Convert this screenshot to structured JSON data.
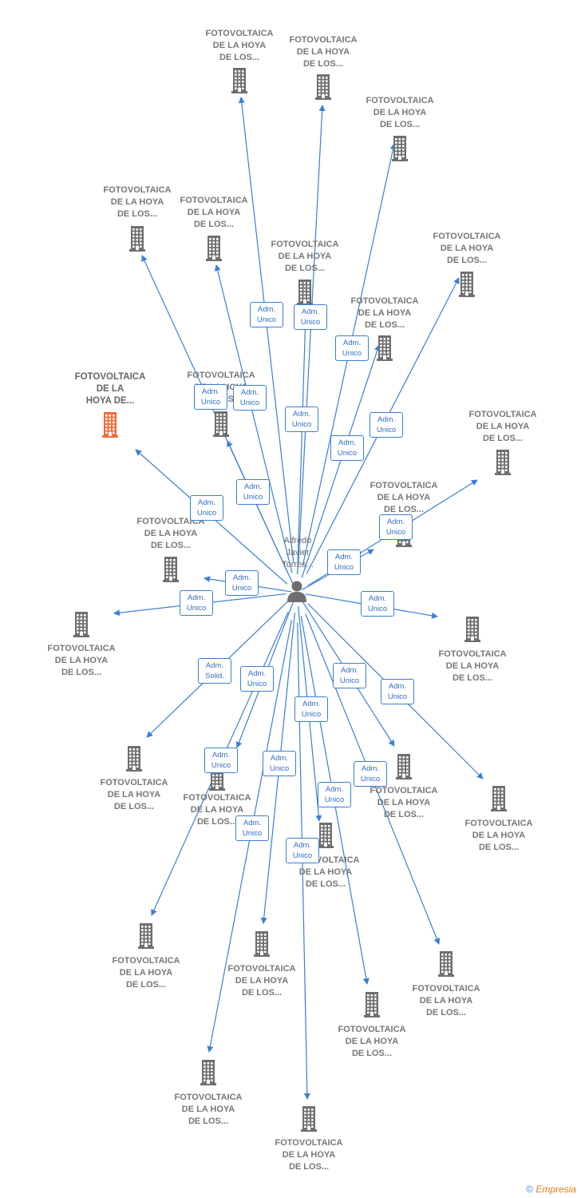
{
  "center": {
    "name": "Alfredo\nJavier\nTorres..."
  },
  "nodes": [
    {
      "label": "FOTOVOLTAICA\nDE LA HOYA\nDE LOS...",
      "highlight": false
    },
    {
      "label": "FOTOVOLTAICA\nDE LA HOYA\nDE LOS...",
      "highlight": false
    },
    {
      "label": "FOTOVOLTAICA\nDE LA HOYA\nDE LOS...",
      "highlight": false
    },
    {
      "label": "FOTOVOLTAICA\nDE LA HOYA\nDE LOS...",
      "highlight": false
    },
    {
      "label": "FOTOVOLTAICA\nDE LA HOYA\nDE LOS...",
      "highlight": false
    },
    {
      "label": "FOTOVOLTAICA\nDE LA HOYA\nDE LOS...",
      "highlight": false
    },
    {
      "label": "FOTOVOLTAICA\nDE LA HOYA\nDE LOS...",
      "highlight": false
    },
    {
      "label": "FOTOVOLTAICA\nDE LA HOYA\nDE LOS...",
      "highlight": false
    },
    {
      "label": "FOTOVOLTAICA\nDE LA\nHOYA DE...",
      "highlight": true
    },
    {
      "label": "FOTOVOLTAICA\nDE LA HOYA\nDE LOS...",
      "highlight": false
    },
    {
      "label": "FOTOVOLTAICA\nDE LA HOYA\nDE LOS...",
      "highlight": false
    },
    {
      "label": "FOTOVOLTAICA\nDE LA HOYA\nDE LOS...",
      "highlight": false
    },
    {
      "label": "FOTOVOLTAICA\nDE LA HOYA\nDE LOS...",
      "highlight": false
    },
    {
      "label": "FOTOVOLTAICA\nDE LA HOYA\nDE LOS...",
      "highlight": false
    },
    {
      "label": "FOTOVOLTAICA\nDE LA HOYA\nDE LOS...",
      "highlight": false
    },
    {
      "label": "FOTOVOLTAICA\nDE LA HOYA\nDE LOS...",
      "highlight": false
    },
    {
      "label": "FOTOVOLTAICA\nDE LA HOYA\nDE LOS...",
      "highlight": false
    },
    {
      "label": "FOTOVOLTAICA\nDE LA HOYA\nDE LOS...",
      "highlight": false
    },
    {
      "label": "FOTOVOLTAICA\nDE LA HOYA\nDE LOS...",
      "highlight": false
    },
    {
      "label": "FOTOVOLTAICA\nDE LA HOYA\nDE LOS...",
      "highlight": false
    },
    {
      "label": "FOTOVOLTAICA\nDE LA HOYA\nDE LOS...",
      "highlight": false
    },
    {
      "label": "FOTOVOLTAICA\nDE LA HOYA\nDE LOS...",
      "highlight": false
    },
    {
      "label": "FOTOVOLTAICA\nDE LA HOYA\nDE LOS...",
      "highlight": false
    },
    {
      "label": "FOTOVOLTAICA\nDE LA HOYA\nDE LOS...",
      "highlight": false
    },
    {
      "label": "FOTOVOLTAICA\nDE LA HOYA\nDE LOS...",
      "highlight": false
    },
    {
      "label": "FOTOVOLTAICA\nDE LA HOYA\nDE LOS...",
      "highlight": false
    },
    {
      "label": "FOTOVOLTAICA\nDE LA HOYA\nDE LOS...",
      "highlight": false
    },
    {
      "label": "FOTOVOLTAICA\nDE LA HOYA\nDE LOS...",
      "highlight": false
    }
  ],
  "edge_labels": [
    "Adm.\nUnico",
    "Adm.\nUnico",
    "Adm.\nUnico",
    "Adm.\nUnico",
    "Adm.\nUnico",
    "Adm.\nUnico",
    "Adm.\nUnico",
    "Adm.\nUnico",
    "Adm.\nUnico",
    "Adm.\nUnico",
    "Adm.\nUnico",
    "Adm.\nUnico",
    "Adm.\nUnico",
    "Adm.\nUnico",
    "Adm.\nUnico",
    "Adm.\nSolid.",
    "Adm.\nUnico",
    "Adm.\nUnico",
    "Adm.\nUnico",
    "Adm.\nUnico",
    "Adm.\nUnico",
    "Adm.\nUnico",
    "Adm.\nUnico",
    "Adm.\nUnico",
    "Adm.\nUnico",
    "Adm.\nUnico",
    "Adm.\nUnico",
    "Adm.\nUnico"
  ],
  "colors": {
    "edge": "#3b7fd4",
    "building": "#6f6f6f",
    "highlight": "#f26b3a",
    "person": "#6f6f6f"
  },
  "footer": {
    "copyright": "©",
    "brand": "Empresia"
  }
}
